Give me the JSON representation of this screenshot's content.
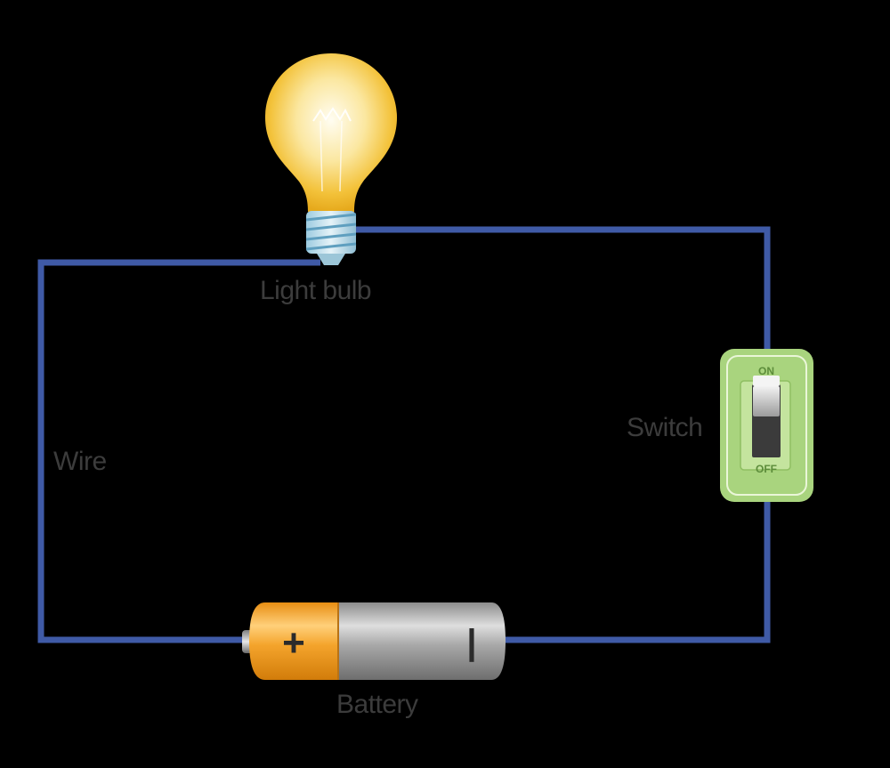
{
  "diagram": {
    "labels": {
      "light_bulb": "Light bulb",
      "wire": "Wire",
      "switch": "Switch",
      "battery": "Battery"
    },
    "switch_panel": {
      "on_text": "ON",
      "off_text": "OFF",
      "state": "ON"
    },
    "battery_terminals": {
      "positive": "+",
      "negative": "|"
    },
    "colors": {
      "background": "#000000",
      "wire": "#3f5aa6",
      "label_text": "#3c3c3c",
      "bulb_glow": "#f6c93a",
      "switch_plate": "#b7dc8e",
      "battery_cap": "#f2a12a",
      "battery_body": "#9a9a9a"
    },
    "icons": [
      "light-bulb-icon",
      "toggle-switch-icon",
      "battery-icon"
    ]
  }
}
